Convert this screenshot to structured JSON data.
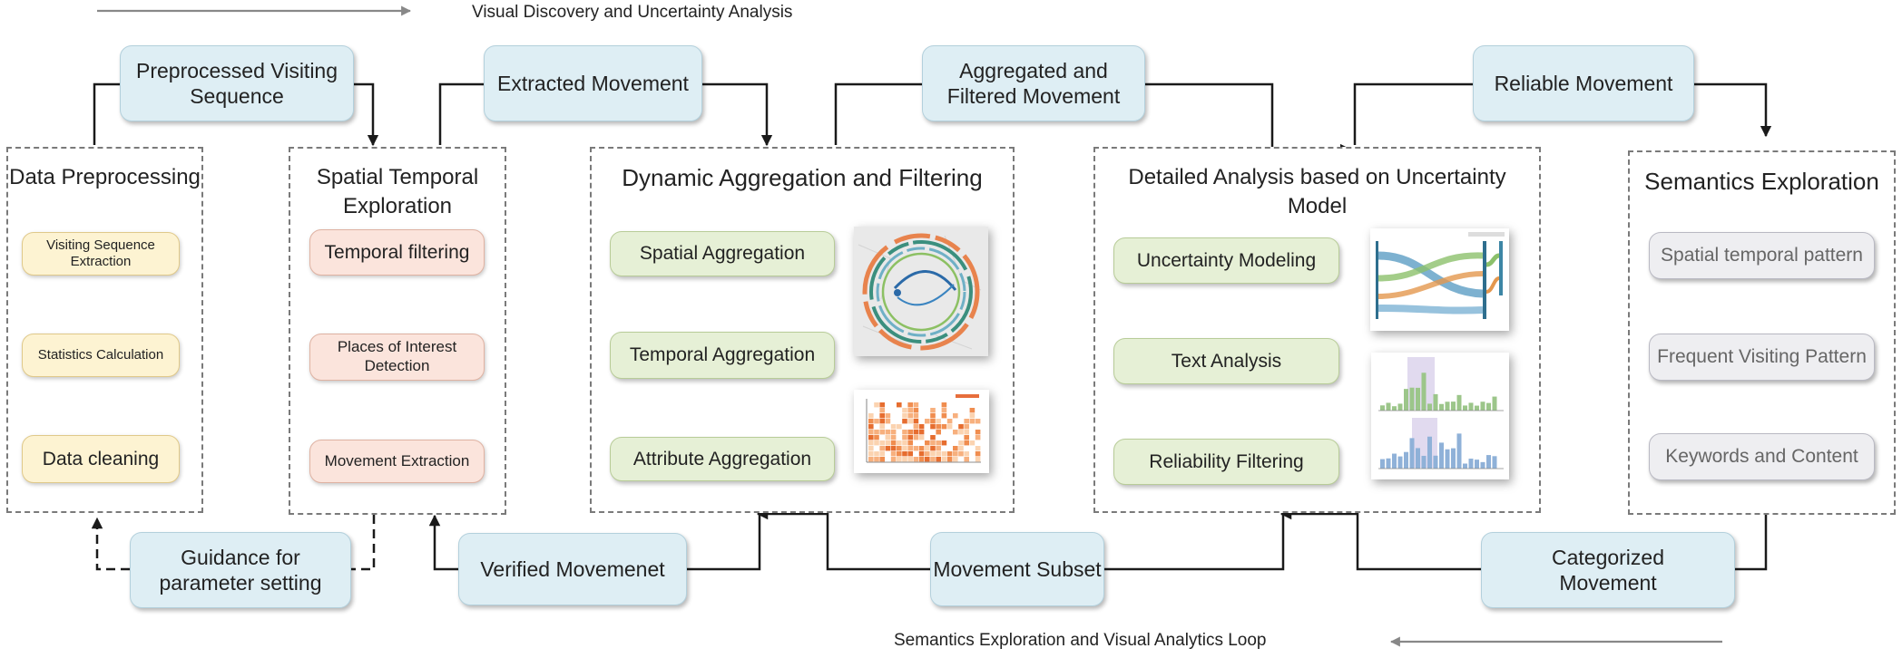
{
  "loops": {
    "top": "Visual Discovery and Uncertainty Analysis",
    "bottom": "Semantics Exploration and Visual Analytics Loop"
  },
  "stages": {
    "preprocessing": {
      "title": "Data Preprocessing",
      "steps": [
        "Visiting Sequence Extraction",
        "Statistics Calculation",
        "Data cleaning"
      ]
    },
    "spatial": {
      "title": "Spatial Temporal Exploration",
      "steps": [
        "Temporal filtering",
        "Places of Interest Detection",
        "Movement Extraction"
      ]
    },
    "aggregation": {
      "title": "Dynamic Aggregation and Filtering",
      "steps": [
        "Spatial Aggregation",
        "Temporal Aggregation",
        "Attribute Aggregation"
      ]
    },
    "uncertainty": {
      "title": "Detailed Analysis based on Uncertainty Model",
      "steps": [
        "Uncertainty Modeling",
        "Text Analysis",
        "Reliability Filtering"
      ]
    },
    "semantics": {
      "title": "Semantics Exploration",
      "steps": [
        "Spatial temporal pattern",
        "Frequent Visiting Pattern",
        "Keywords and Content"
      ]
    }
  },
  "flows": {
    "top": [
      "Preprocessed Visiting Sequence",
      "Extracted Movement",
      "Aggregated and Filtered Movement",
      "Reliable Movement"
    ],
    "bottom": [
      "Guidance for parameter setting",
      "Verified Movemenet",
      "Movement Subset",
      "Categorized Movement"
    ]
  },
  "colors": {
    "flow": "#deeef4",
    "preprocessing": "#fdf3d2",
    "spatial": "#fbe4dc",
    "aggregation": "#e6f0d6",
    "uncertainty": "#e6f0d6",
    "semantics": "#eeeef1",
    "dashed_border": "#7a7a7a",
    "loop_arrow": "#888888"
  }
}
